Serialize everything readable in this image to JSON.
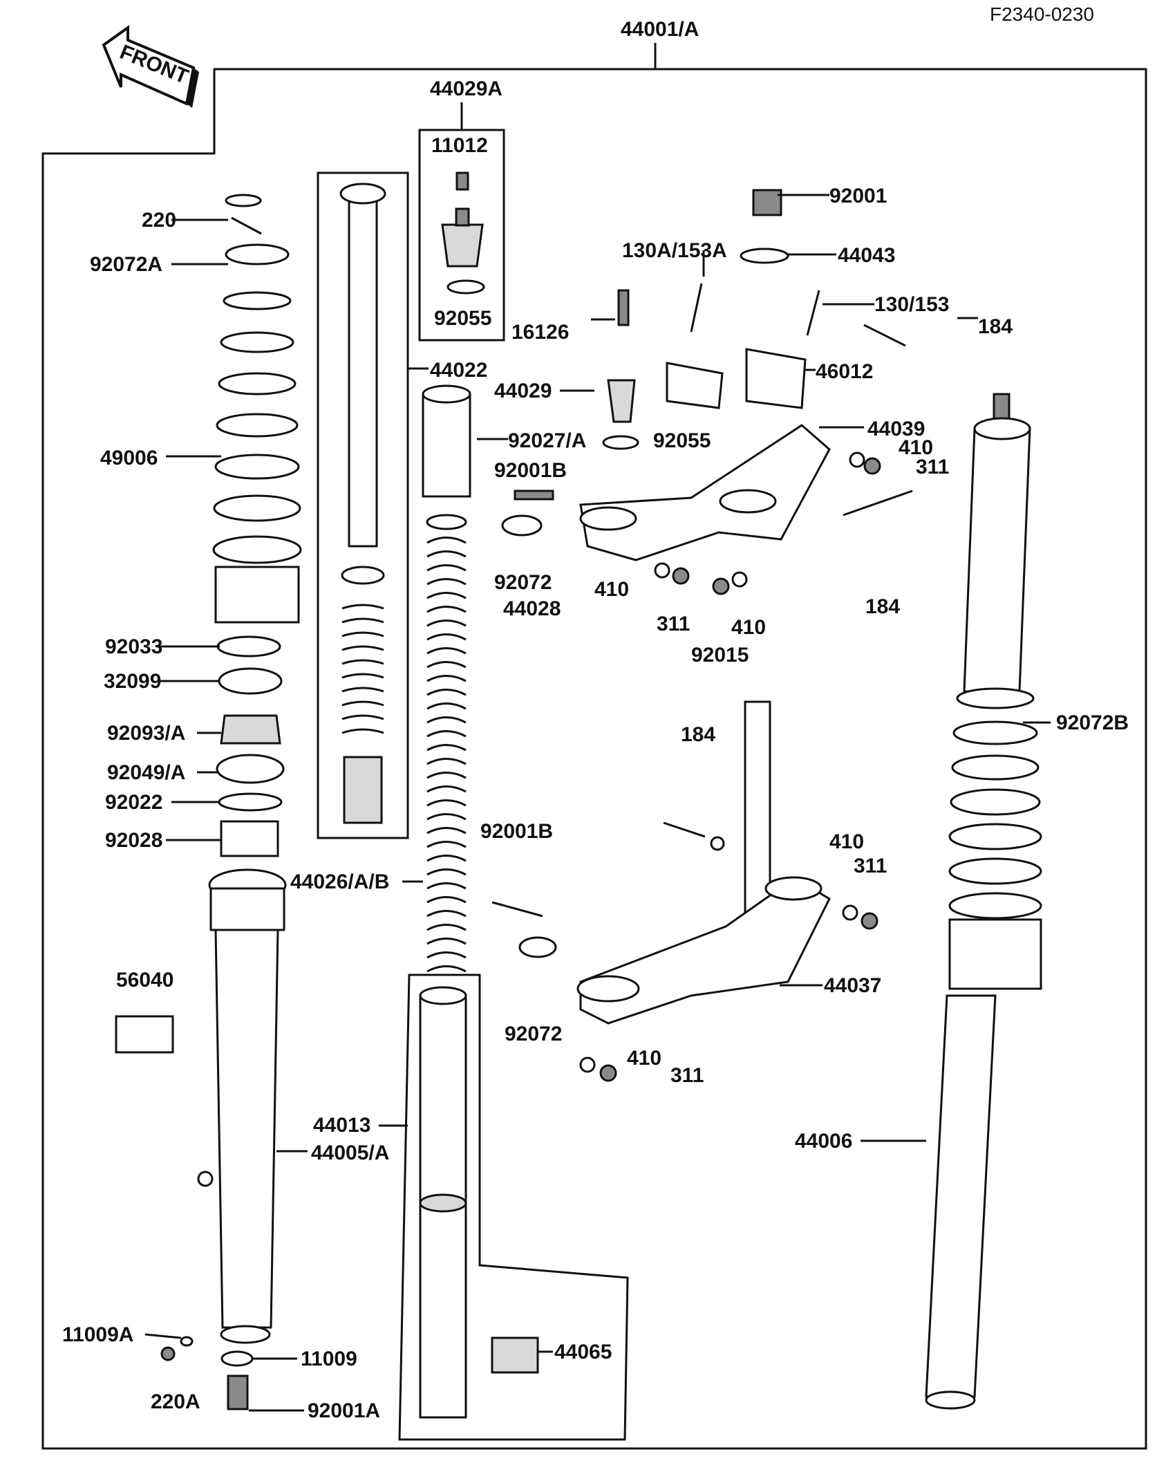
{
  "diagram_code": "F2340-0230",
  "front_label": "FRONT",
  "labels": {
    "fork_assembly": "44001/A",
    "cap_assembly": "44029A",
    "p11012": "11012",
    "p92055_a": "92055",
    "p92001": "92001",
    "p44043": "44043",
    "p130A_153A": "130A/153A",
    "p130_153": "130/153",
    "p184_top": "184",
    "p16126": "16126",
    "p220": "220",
    "p92072A": "92072A",
    "p44022": "44022",
    "p44029": "44029",
    "p46012": "46012",
    "p44039": "44039",
    "p410_a": "410",
    "p311_a": "311",
    "p92027A": "92027/A",
    "p92055_b": "92055",
    "p92001B_a": "92001B",
    "p49006": "49006",
    "p92072_a": "92072",
    "p44028": "44028",
    "p410_b": "410",
    "p311_b": "311",
    "p410_c": "410",
    "p92015": "92015",
    "p184_mid": "184",
    "p92033": "92033",
    "p32099": "32099",
    "p92093A": "92093/A",
    "p92072B": "92072B",
    "p92049A": "92049/A",
    "p184_low": "184",
    "p92022": "92022",
    "p92028": "92028",
    "p92001B_b": "92001B",
    "p410_d": "410",
    "p311_d": "311",
    "p44026AB": "44026/A/B",
    "p56040": "56040",
    "p44037": "44037",
    "p92072_b": "92072",
    "p410_e": "410",
    "p311_e": "311",
    "p44013": "44013",
    "p44005A": "44005/A",
    "p44006": "44006",
    "p11009A": "11009A",
    "p11009": "11009",
    "p44065": "44065",
    "p220A": "220A",
    "p92001A": "92001A"
  }
}
